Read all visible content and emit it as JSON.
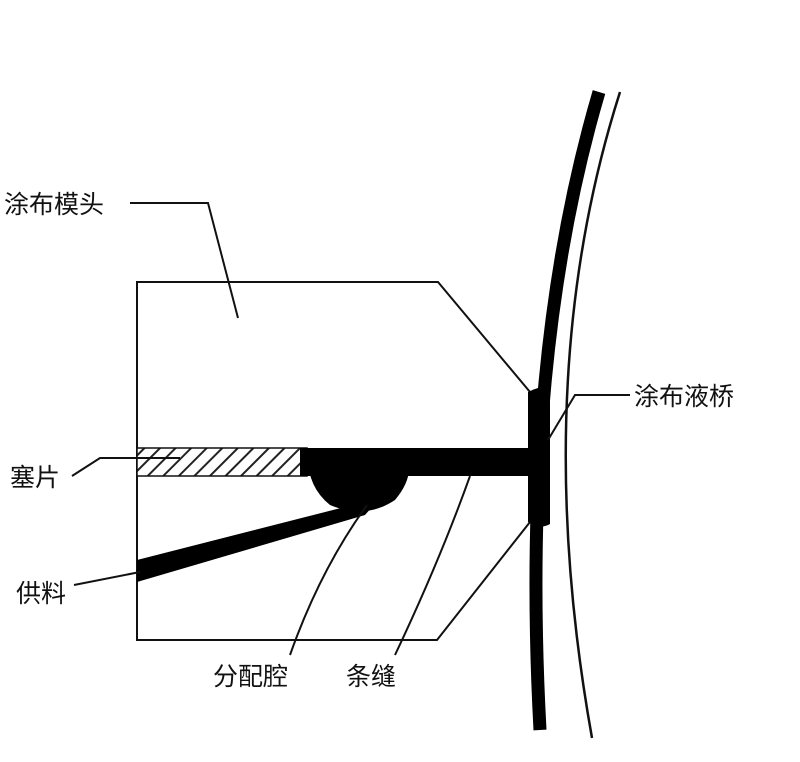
{
  "labels": {
    "die_head": "涂布模头",
    "shim": "塞片",
    "feed": "供料",
    "bead": "涂布液桥",
    "manifold": "分配腔",
    "slot": "条缝"
  },
  "colors": {
    "line": "#111111",
    "fill": "#000000",
    "background": "#ffffff",
    "hatch": "#222222"
  }
}
